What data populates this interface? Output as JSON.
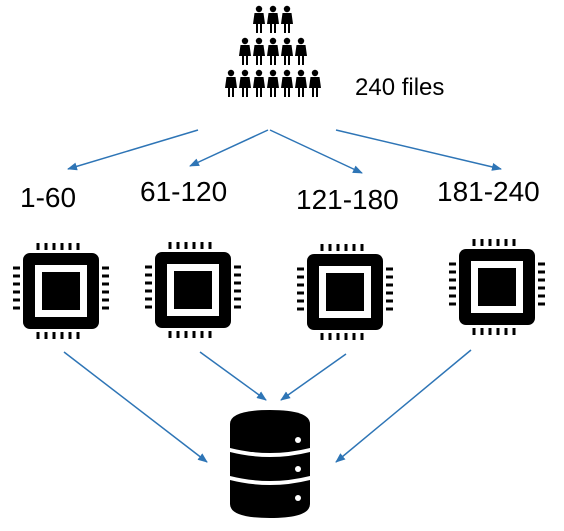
{
  "people": {
    "icon": "people-group-icon",
    "rows": [
      3,
      5,
      7
    ],
    "label": "240 files"
  },
  "ranges": [
    "1-60",
    "61-120",
    "121-180",
    "181-240"
  ],
  "processor": {
    "icon": "cpu-chip-icon",
    "count": 4
  },
  "storage": {
    "icon": "database-icon"
  },
  "colors": {
    "arrow": "#2e75b6",
    "icon": "#000000",
    "background": "#ffffff"
  }
}
